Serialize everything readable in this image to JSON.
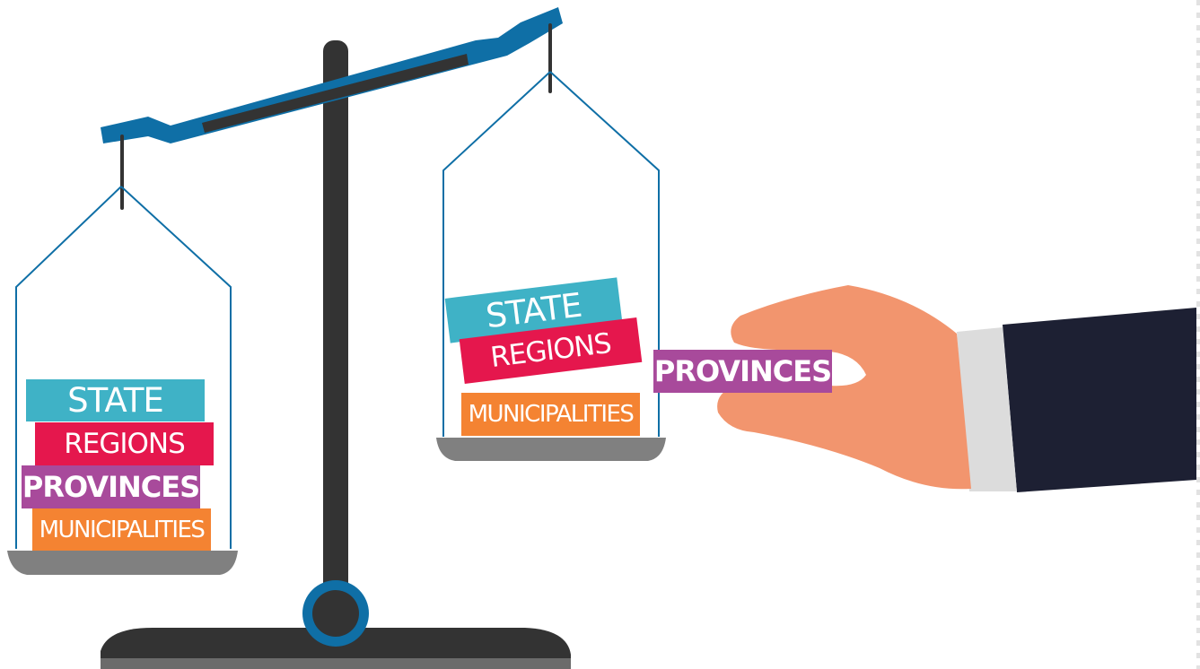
{
  "colors": {
    "beam": "#0f6fa6",
    "stand": "#333333",
    "pan": "#808080",
    "state": "#3fb2c6",
    "regions": "#e5174d",
    "provinces": "#a84a9b",
    "municipalities": "#f48332",
    "hand": "#f2956e",
    "sleeve": "#1d2033",
    "cuff": "#dcdcdc"
  },
  "left_pan": {
    "state": "STATE",
    "regions": "REGIONS",
    "provinces": "PROVINCES",
    "municipalities": "MUNICIPALITIES"
  },
  "right_pan": {
    "state": "STATE",
    "regions": "REGIONS",
    "municipalities": "MUNICIPALITIES"
  },
  "hand_block": {
    "provinces": "PROVINCES"
  }
}
